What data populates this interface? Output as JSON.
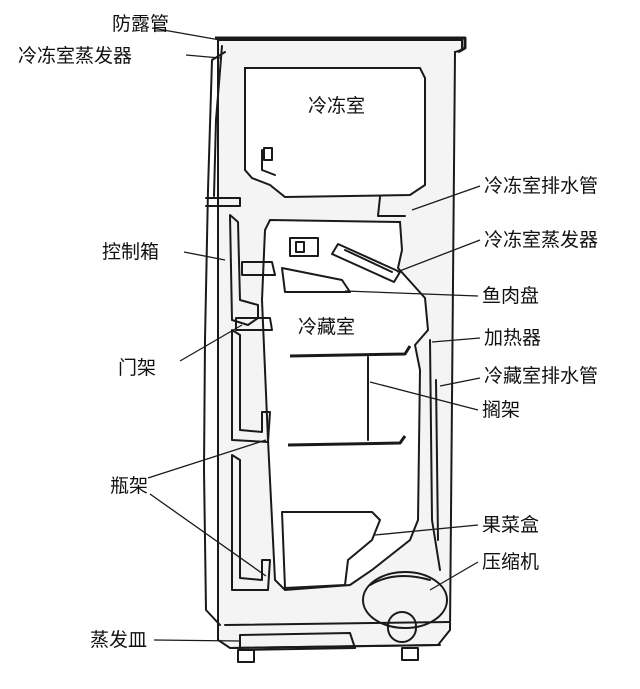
{
  "labels": {
    "anti_dew_pipe": "防露管",
    "freezer_evaporator_top": "冷冻室蒸发器",
    "freezer": "冷冻室",
    "freezer_drain_pipe": "冷冻室排水管",
    "control_box": "控制箱",
    "freezer_evaporator_mid": "冷冻室蒸发器",
    "fish_meat_tray": "鱼肉盘",
    "refrigerator": "冷藏室",
    "door_rack": "门架",
    "heater": "加热器",
    "fridge_drain_pipe": "冷藏室排水管",
    "shelf": "搁架",
    "bottle_rack": "瓶架",
    "crisper": "果菜盒",
    "compressor": "压缩机",
    "evaporation_tray": "蒸发皿"
  },
  "colors": {
    "ink": "#1a1a1a",
    "insulation": "#f4f4f4",
    "background": "#ffffff"
  }
}
